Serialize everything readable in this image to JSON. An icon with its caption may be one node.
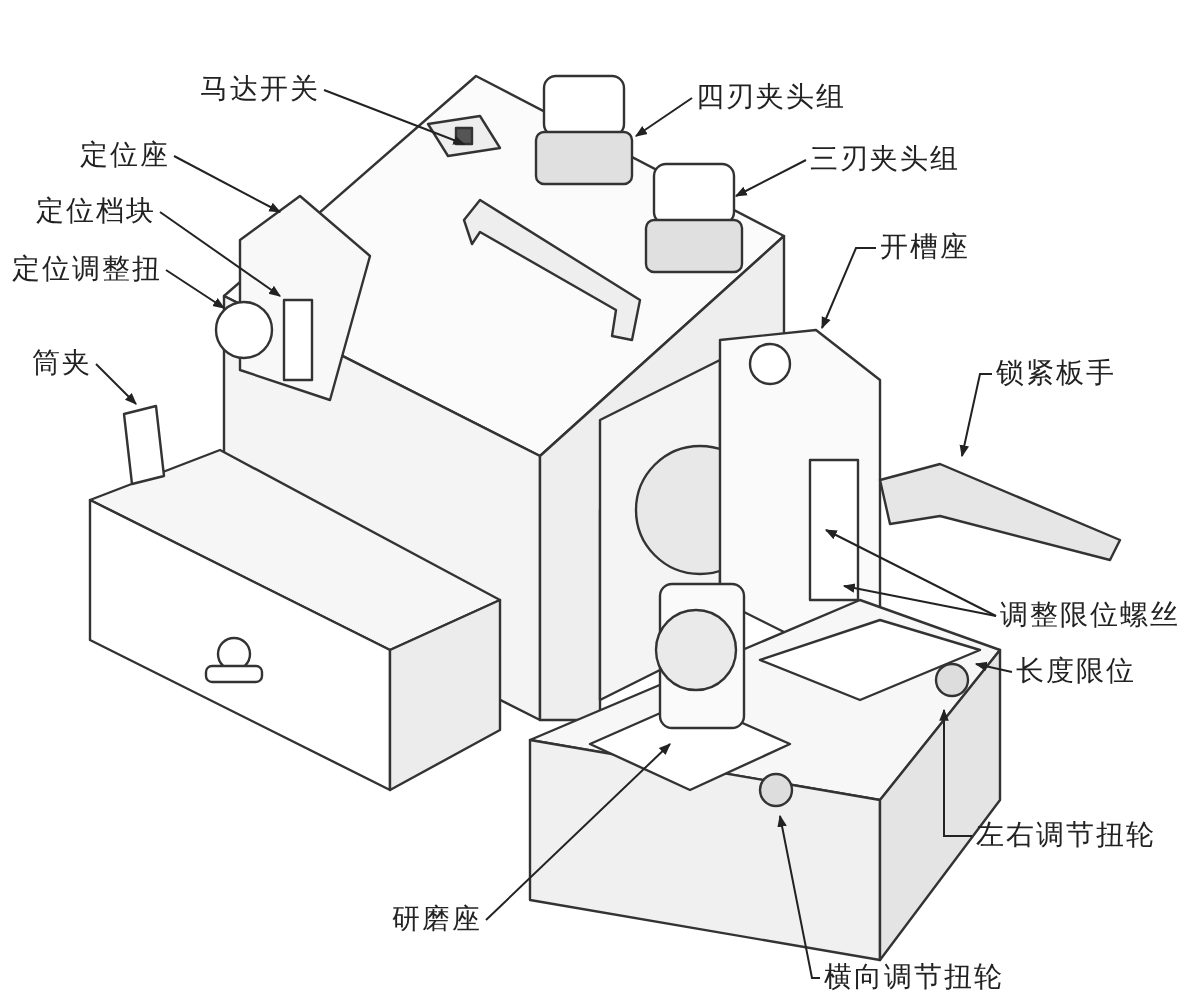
{
  "diagram": {
    "nodes": [
      {
        "text": [
          "马达开关"
        ]
      },
      {
        "text": [
          "四刃夹头组"
        ]
      },
      {
        "text": [
          "定位座"
        ]
      },
      {
        "text": [
          "三刃夹头组"
        ]
      },
      {
        "text": [
          "定位档块"
        ]
      },
      {
        "text": [
          "定位调整扭"
        ]
      },
      {
        "text": [
          "开槽座"
        ]
      },
      {
        "text": [
          "筒夹"
        ]
      },
      {
        "text": [
          "锁紧板手"
        ]
      },
      {
        "text": [
          "调整限位螺丝"
        ]
      },
      {
        "text": [
          "长度限位"
        ]
      },
      {
        "text": [
          "左右调节扭轮"
        ]
      },
      {
        "text": [
          "研磨座"
        ]
      },
      {
        "text": [
          "横向调节扭轮"
        ]
      }
    ],
    "edges": [
      {
        "from": 0,
        "to": null,
        "arrow": "to"
      },
      {
        "from": 1,
        "to": null,
        "arrow": "to"
      },
      {
        "from": 2,
        "to": null,
        "arrow": "to"
      },
      {
        "from": 3,
        "to": null,
        "arrow": "to"
      },
      {
        "from": 4,
        "to": null,
        "arrow": "to"
      },
      {
        "from": 5,
        "to": null,
        "arrow": "to"
      },
      {
        "from": 6,
        "to": null,
        "arrow": "to"
      },
      {
        "from": 7,
        "to": null,
        "arrow": "to"
      },
      {
        "from": 8,
        "to": null,
        "arrow": "to"
      },
      {
        "from": 9,
        "to": null,
        "arrow": "to"
      },
      {
        "from": 9,
        "to": null,
        "arrow": "to"
      },
      {
        "from": 10,
        "to": null,
        "arrow": "to"
      },
      {
        "from": 11,
        "to": null,
        "arrow": "to"
      },
      {
        "from": 12,
        "to": null,
        "arrow": "to"
      },
      {
        "from": 13,
        "to": null,
        "arrow": "to"
      }
    ]
  }
}
